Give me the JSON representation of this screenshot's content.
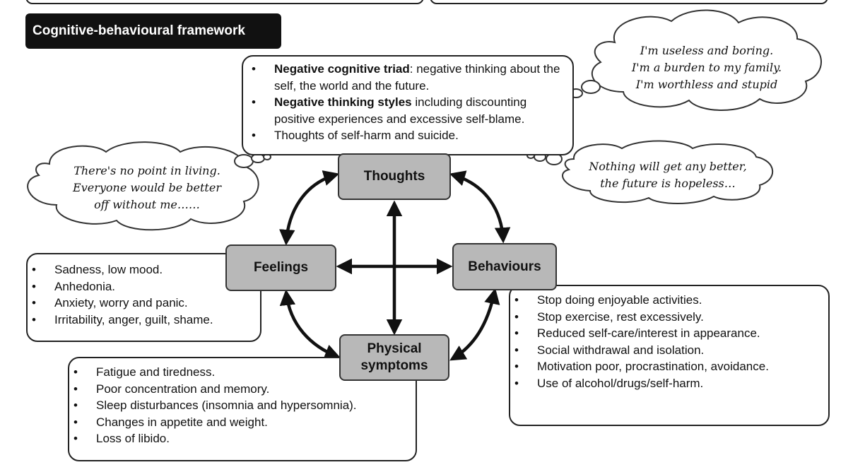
{
  "title": "Cognitive-behavioural framework",
  "nodes": {
    "thoughts": "Thoughts",
    "feelings": "Feelings",
    "behaviours": "Behaviours",
    "physical": "Physical symptoms"
  },
  "thoughts_box": {
    "items": [
      {
        "bold": "Negative cognitive triad",
        "text": ": negative thinking about the self, the world and the future."
      },
      {
        "bold": "Negative thinking styles",
        "text": " including discounting positive experiences and excessive self-blame."
      },
      {
        "bold": "",
        "text": "Thoughts of self-harm and suicide."
      }
    ]
  },
  "feelings_box": {
    "items": [
      "Sadness, low mood.",
      "Anhedonia.",
      "Anxiety, worry and panic.",
      "Irritability, anger, guilt, shame."
    ]
  },
  "behaviours_box": {
    "items": [
      "Stop doing enjoyable activities.",
      "Stop exercise, rest excessively.",
      "Reduced self-care/interest in appearance.",
      "Social withdrawal and isolation.",
      "Motivation poor, procrastination, avoidance.",
      "Use of alcohol/drugs/self-harm."
    ]
  },
  "physical_box": {
    "items": [
      "Fatigue and tiredness.",
      "Poor concentration and memory.",
      "Sleep disturbances (insomnia and hypersomnia).",
      "Changes in appetite and weight.",
      "Loss of libido."
    ]
  },
  "thought_bubbles": {
    "useless": [
      "I'm useless and boring.",
      "I'm a burden to my family.",
      "I'm worthless and stupid"
    ],
    "no_point": [
      "There's no point in living.",
      "Everyone would be better",
      "off without me……"
    ],
    "hopeless": [
      "Nothing will get any better,",
      "the future is hopeless…"
    ]
  }
}
